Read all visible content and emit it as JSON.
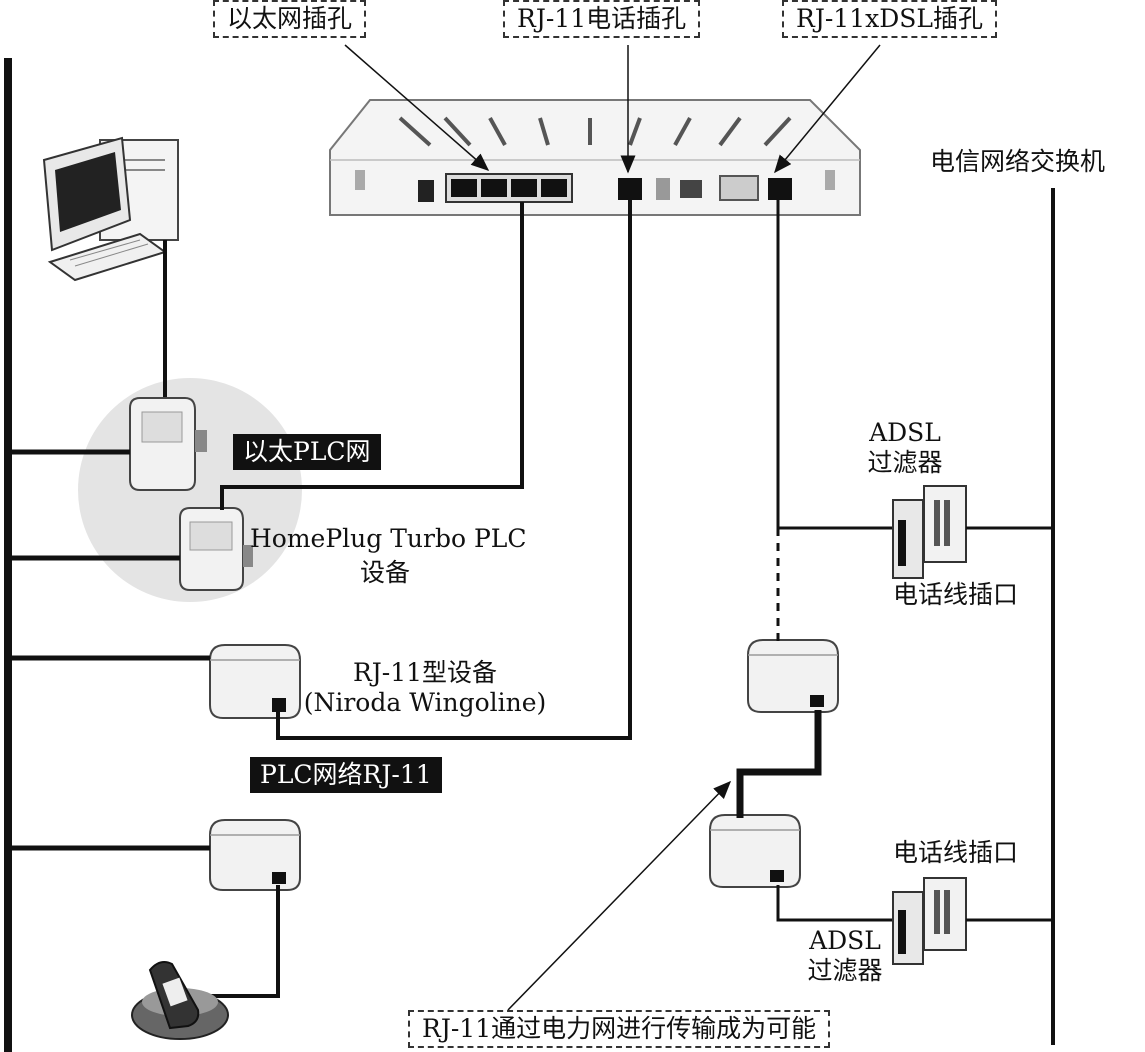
{
  "callouts": {
    "ethernet_port": "以太网插孔",
    "phone_port": "RJ-11电话插孔",
    "xdsl_port": "RJ-11xDSL插孔",
    "rj11_over_power": "RJ-11通过电力网进行传输成为可能"
  },
  "labels": {
    "telecom_switch": "电信网络交换机",
    "ethernet_plc": "以太PLC网",
    "homeplug_line1": "HomePlug Turbo PLC",
    "homeplug_line2": "设备",
    "rj11_device_line1": "RJ-11型设备",
    "rj11_device_line2": "(Niroda Wingoline)",
    "plc_rj11": "PLC网络RJ-11",
    "adsl_filter_top_line1": "ADSL",
    "adsl_filter_top_line2": "过滤器",
    "phone_jack_top": "电话线插口",
    "phone_jack_bottom": "电话线插口",
    "adsl_filter_bottom_line1": "ADSL",
    "adsl_filter_bottom_line2": "过滤器"
  },
  "colors": {
    "line": "#111111",
    "highlight_zone": "#e4e4e4",
    "device_body": "#f2f2f2"
  }
}
